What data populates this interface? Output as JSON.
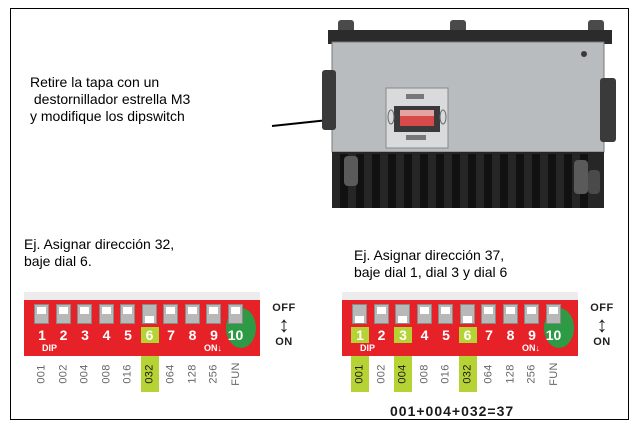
{
  "instruction": {
    "line1": "Retire la tapa con un",
    "line2": " destornillador estrella M3",
    "line3": "y modifique los dipswitch"
  },
  "example1": {
    "caption_line1": "Ej. Asignar dirección 32,",
    "caption_line2": "baje dial 6.",
    "highlight_positions": [
      6
    ]
  },
  "example2": {
    "caption_line1": "Ej. Asignar dirección 37,",
    "caption_line2": "baje dial 1, dial 3 y dial 6",
    "highlight_positions": [
      1,
      3,
      6
    ],
    "sum": "001+004+032=37"
  },
  "dip": {
    "numbers": [
      "1",
      "2",
      "3",
      "4",
      "5",
      "6",
      "7",
      "8",
      "9",
      "10"
    ],
    "values": [
      "001",
      "002",
      "004",
      "008",
      "016",
      "032",
      "064",
      "128",
      "256",
      "FUN"
    ],
    "dip_label": "DIP",
    "on_label": "ON↓",
    "off_text": "OFF",
    "on_text": "ON",
    "updown_glyph": "↕"
  },
  "colors": {
    "switch_body": "#e62128",
    "highlight": "#b5d334",
    "fun_circle": "#2e9a45"
  }
}
